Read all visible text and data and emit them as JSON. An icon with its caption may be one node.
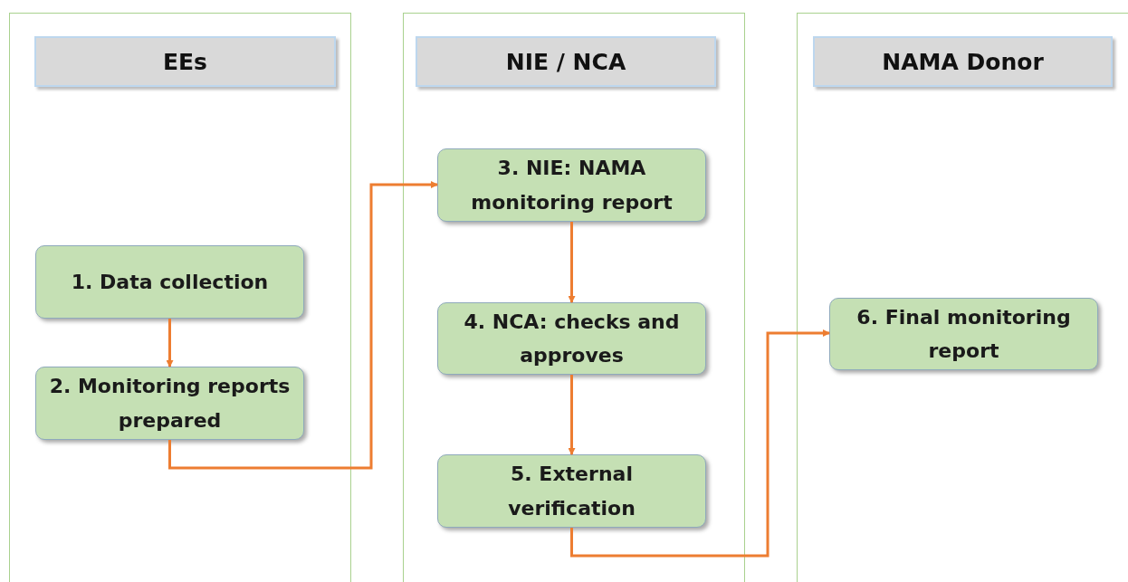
{
  "diagram": {
    "nodes": [
      {
        "text": [],
        "shape": "band"
      },
      {
        "text": [
          "EEs"
        ],
        "in": 0
      },
      {
        "text": [
          "1. Data collection"
        ],
        "in": 0
      },
      {
        "text": [
          "2. Monitoring reports prepared"
        ],
        "in": 0
      },
      {
        "text": [],
        "shape": "band"
      },
      {
        "text": [
          "NIE / NCA"
        ],
        "in": 4
      },
      {
        "text": [
          "3. NIE: NAMA monitoring report"
        ],
        "in": 4
      },
      {
        "text": [
          "4. NCA: checks and approves"
        ],
        "in": 4
      },
      {
        "text": [
          "5. External verification"
        ],
        "in": 4
      },
      {
        "text": [],
        "shape": "band"
      },
      {
        "text": [
          "NAMA Donor"
        ],
        "in": 9
      },
      {
        "text": [
          "6. Final monitoring report"
        ],
        "in": 9
      }
    ],
    "edges": [
      {
        "from": 2,
        "to": 3,
        "arrow": "to"
      },
      {
        "from": 3,
        "to": 6,
        "arrow": "to"
      },
      {
        "from": 6,
        "to": 7,
        "arrow": "to"
      },
      {
        "from": 7,
        "to": 8,
        "arrow": "to"
      },
      {
        "from": 8,
        "to": 11,
        "arrow": "to"
      }
    ]
  }
}
